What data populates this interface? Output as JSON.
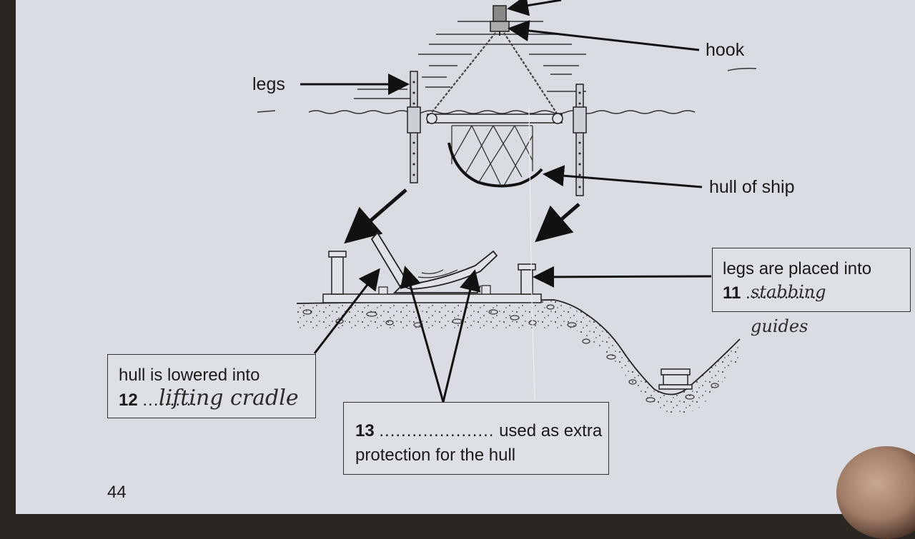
{
  "labels": {
    "legs": "legs",
    "hook": "hook",
    "hull_of_ship": "hull of ship"
  },
  "box_11": {
    "line1": "legs are placed into",
    "number": "11",
    "dots": "..............",
    "handwritten": "stabbing guides"
  },
  "box_12": {
    "line1": "hull is lowered into",
    "number": "12",
    "dots": "..........",
    "handwritten": "lifting cradle"
  },
  "box_13": {
    "number": "13",
    "dots": ".....................",
    "line1_rest": "used as extra",
    "line2": "protection for the hull"
  },
  "page_number": "44"
}
